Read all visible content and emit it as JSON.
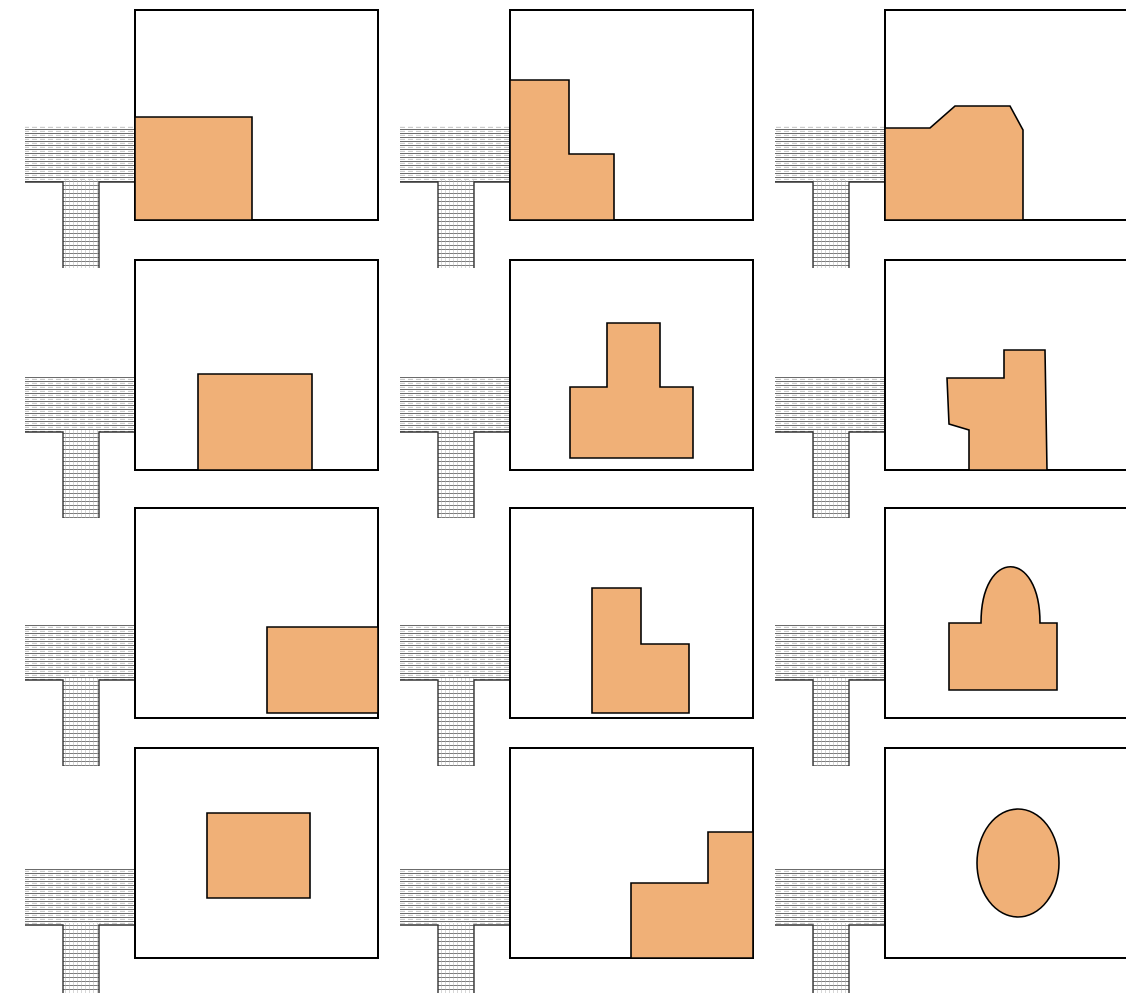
{
  "colors": {
    "shape_fill": "#f0b077",
    "frame_stroke": "#000000",
    "hatch_stroke": "#5a5a5a",
    "background": "#ffffff"
  },
  "diagram": {
    "rows": 4,
    "columns": 3,
    "panels": [
      {
        "name": "panel-1-1",
        "shape": "corner-square"
      },
      {
        "name": "panel-1-2",
        "shape": "l-shape-left"
      },
      {
        "name": "panel-1-3",
        "shape": "stepped-block"
      },
      {
        "name": "panel-2-1",
        "shape": "bottom-square"
      },
      {
        "name": "panel-2-2",
        "shape": "t-shape"
      },
      {
        "name": "panel-2-3",
        "shape": "irregular-block"
      },
      {
        "name": "panel-3-1",
        "shape": "bottom-right-rectangle"
      },
      {
        "name": "panel-3-2",
        "shape": "l-shape-center"
      },
      {
        "name": "panel-3-3",
        "shape": "domed-block"
      },
      {
        "name": "panel-4-1",
        "shape": "center-rectangle"
      },
      {
        "name": "panel-4-2",
        "shape": "l-shape-corner"
      },
      {
        "name": "panel-4-3",
        "shape": "ellipse"
      }
    ]
  }
}
